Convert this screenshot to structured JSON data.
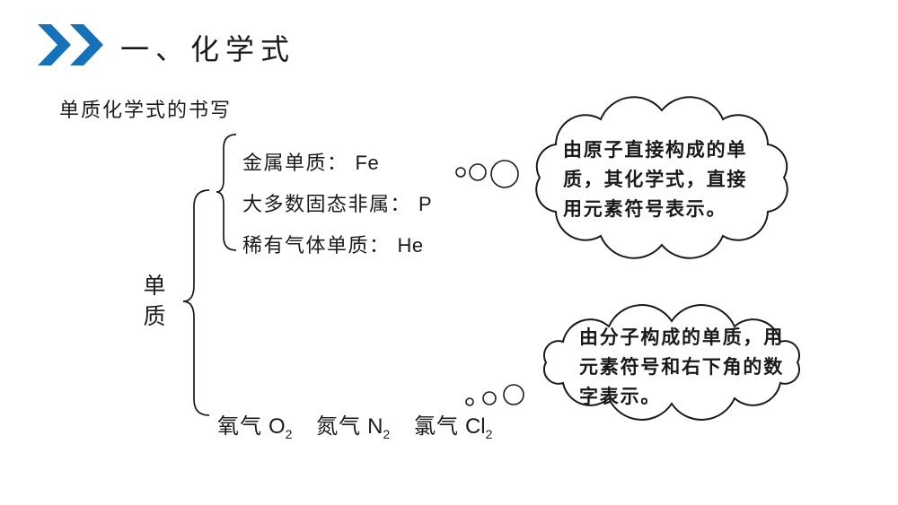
{
  "slide": {
    "header": {
      "title": "一、化学式"
    },
    "subtitle": "单质化学式的书写",
    "tree": {
      "root_label": "单质",
      "root_label_lines": [
        "单",
        "质"
      ],
      "branches": [
        {
          "label": "金属单质：",
          "value": "Fe"
        },
        {
          "label": "大多数固态非属：",
          "value": "P"
        },
        {
          "label": "稀有气体单质：",
          "value": "He"
        }
      ],
      "examples": [
        {
          "name": "氧气",
          "symbol": "O",
          "subscript": "2"
        },
        {
          "name": "氮气",
          "symbol": "N",
          "subscript": "2"
        },
        {
          "name": "氯气",
          "symbol": "Cl",
          "subscript": "2"
        }
      ]
    },
    "thought_bubbles": [
      {
        "lines": [
          "由原子直接构成的单",
          "质，其化学式，直接",
          "用元素符号表示。"
        ]
      },
      {
        "lines": [
          "由分子构成的单质，用",
          "元素符号和右下角的数",
          "字表示。"
        ]
      }
    ],
    "colors": {
      "accent": "#1572B9",
      "ink": "#1A1A1A",
      "background": "#FFFFFF"
    }
  }
}
